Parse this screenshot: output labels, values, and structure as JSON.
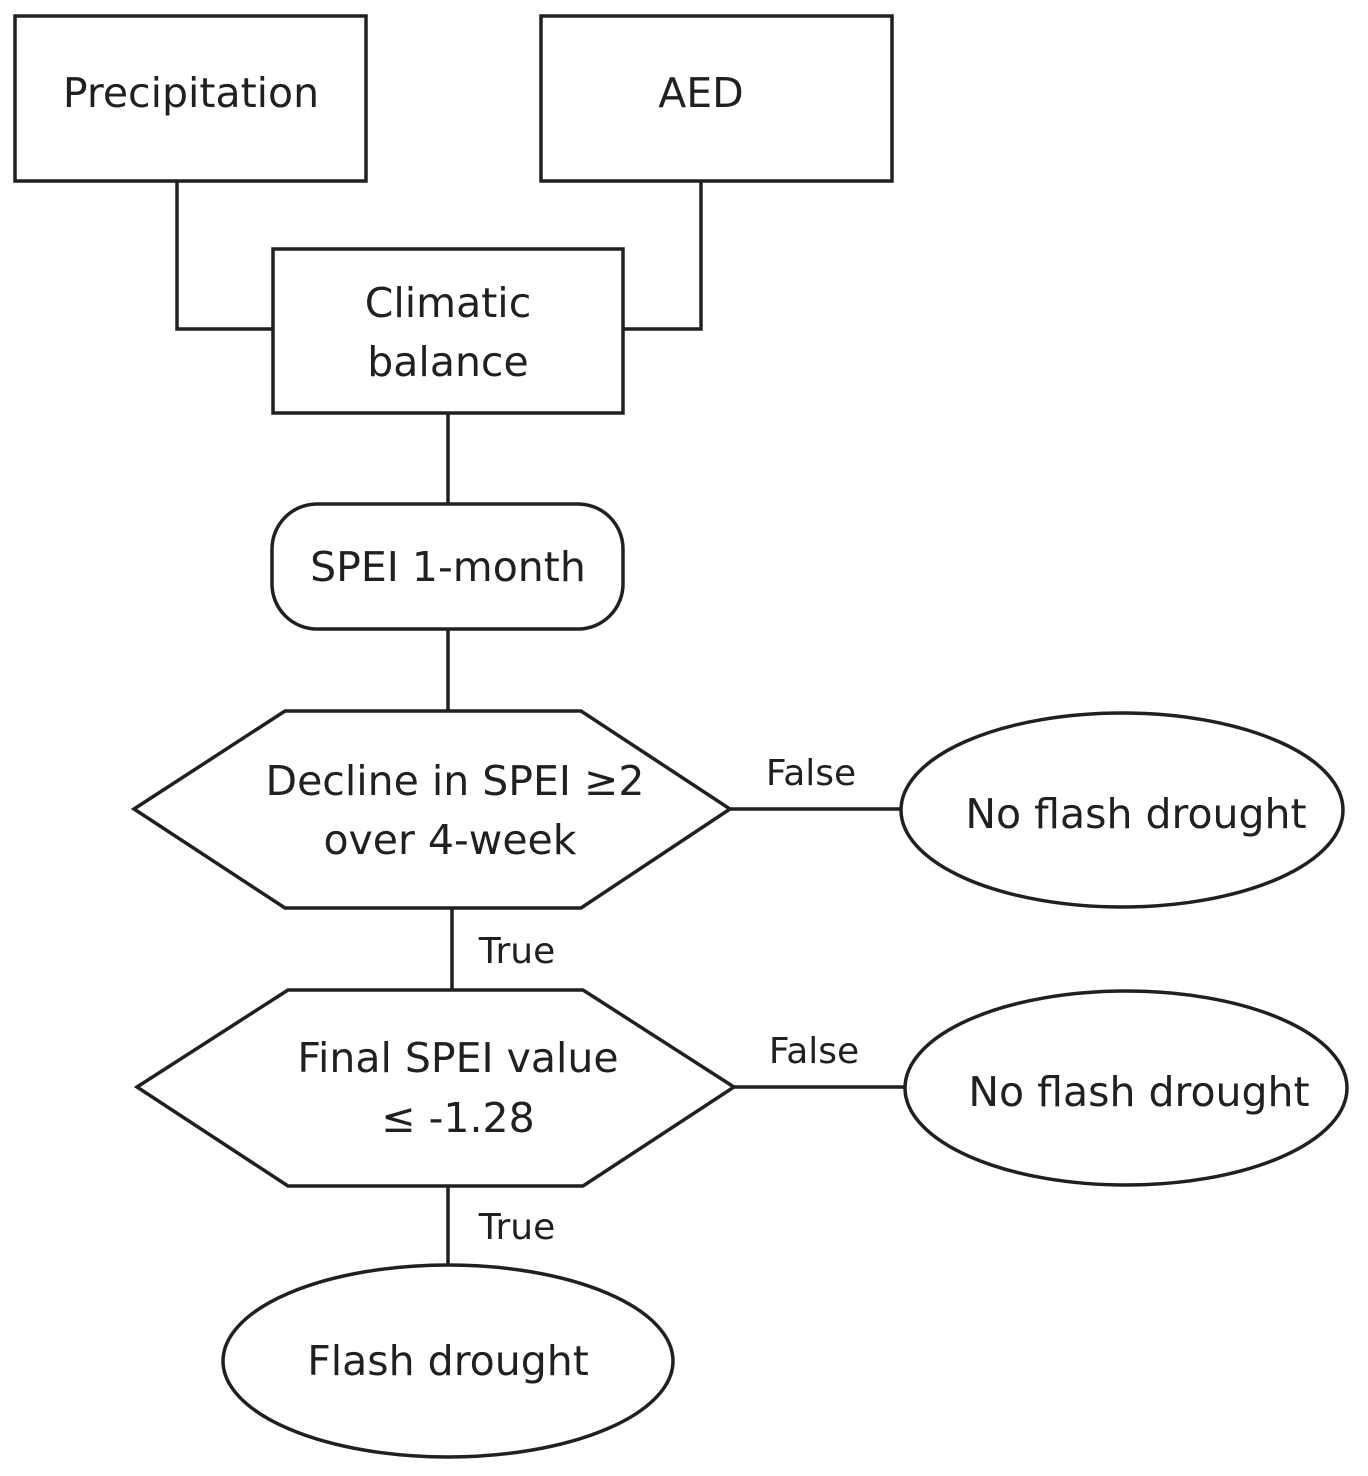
{
  "diagram": {
    "type": "flowchart",
    "nodes": {
      "precipitation": {
        "shape": "rectangle",
        "lines": [
          "Precipitation"
        ]
      },
      "aed": {
        "shape": "rectangle",
        "lines": [
          "AED"
        ]
      },
      "climatic_balance": {
        "shape": "rectangle",
        "lines": [
          "Climatic",
          "balance"
        ]
      },
      "spei": {
        "shape": "rounded-rectangle",
        "lines": [
          "SPEI 1-month"
        ]
      },
      "decision1": {
        "shape": "hexagon",
        "lines": [
          "Decline in SPEI ≥2",
          "over 4-week"
        ]
      },
      "no_flash1": {
        "shape": "ellipse",
        "lines": [
          "No flash drought"
        ]
      },
      "decision2": {
        "shape": "hexagon",
        "lines": [
          "Final SPEI value",
          "≤ -1.28"
        ]
      },
      "no_flash2": {
        "shape": "ellipse",
        "lines": [
          "No flash drought"
        ]
      },
      "flash": {
        "shape": "ellipse",
        "lines": [
          "Flash drought"
        ]
      }
    },
    "edges": [
      {
        "from": "precipitation",
        "to": "climatic_balance",
        "label": ""
      },
      {
        "from": "aed",
        "to": "climatic_balance",
        "label": ""
      },
      {
        "from": "climatic_balance",
        "to": "spei",
        "label": ""
      },
      {
        "from": "spei",
        "to": "decision1",
        "label": ""
      },
      {
        "from": "decision1",
        "to": "no_flash1",
        "label": "False"
      },
      {
        "from": "decision1",
        "to": "decision2",
        "label": "True"
      },
      {
        "from": "decision2",
        "to": "no_flash2",
        "label": "False"
      },
      {
        "from": "decision2",
        "to": "flash",
        "label": "True"
      }
    ],
    "colors": {
      "stroke": "#231f20",
      "fill": "#ffffff",
      "text": "#231f20"
    }
  }
}
